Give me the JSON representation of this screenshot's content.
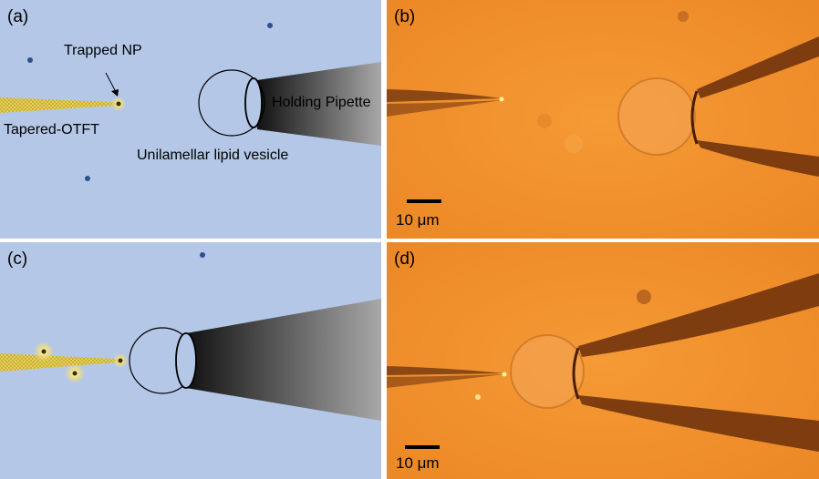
{
  "figure": {
    "panels": {
      "a": {
        "label": "(a)",
        "annotations": {
          "trapped_np": "Trapped NP",
          "tapered_otft": "Tapered-OTFT",
          "holding_pipette": "Holding Pipette",
          "vesicle": "Unilamellar lipid vesicle"
        }
      },
      "b": {
        "label": "(b)",
        "scale_bar": "10 μm"
      },
      "c": {
        "label": "(c)"
      },
      "d": {
        "label": "(d)",
        "scale_bar": "10 μm"
      }
    },
    "colors": {
      "schematic_background": "#b4c7e7",
      "micrograph_background": "#f0902e",
      "fiber": "#e6cf4a",
      "nanoparticle_dark": "#2f4f8f",
      "trapped_np_glow": "#f2e07a"
    }
  }
}
